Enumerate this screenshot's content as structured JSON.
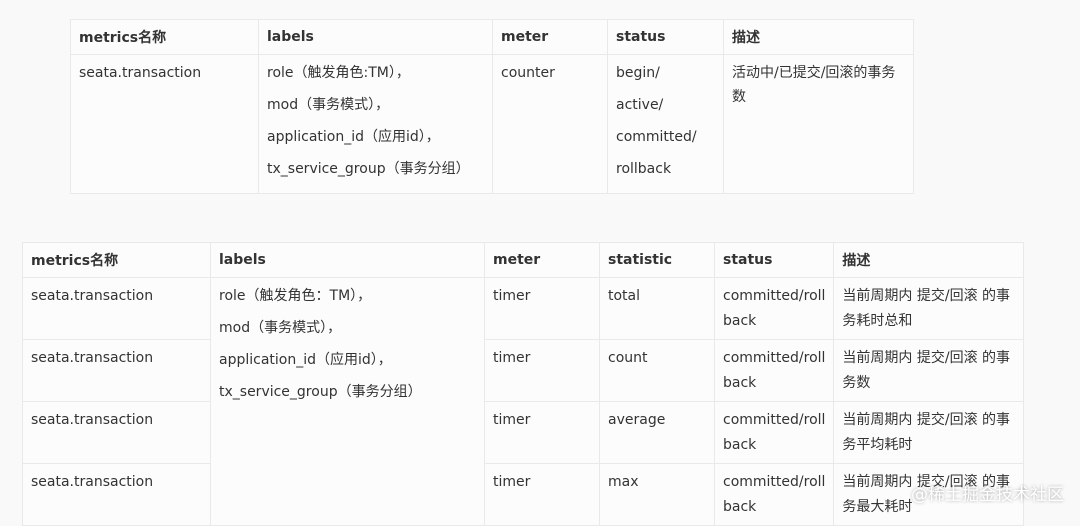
{
  "table1": {
    "headers": [
      "metrics名称",
      "labels",
      "meter",
      "status",
      "描述"
    ],
    "row": {
      "metric": "seata.transaction",
      "labels": "role（触发角色:TM），\nmod（事务模式），\napplication_id（应用id），\ntx_service_group（事务分组）",
      "meter": "counter",
      "status": "begin/\nactive/\ncommitted/\nrollback",
      "desc": "活动中/已提交/回滚的事务\n数"
    }
  },
  "table2": {
    "headers": [
      "metrics名称",
      "labels",
      "meter",
      "statistic",
      "status",
      "描述"
    ],
    "labels": "role（触发角色：TM），\nmod（事务模式），\napplication_id（应用id），\ntx_service_group（事务分组）",
    "rows": [
      {
        "metric": "seata.transaction",
        "meter": "timer",
        "statistic": "total",
        "status": "committed/roll\nback",
        "desc": "当前周期内 提交/回滚 的事\n务耗时总和"
      },
      {
        "metric": "seata.transaction",
        "meter": "timer",
        "statistic": "count",
        "status": "committed/roll\nback",
        "desc": "当前周期内 提交/回滚 的事\n务数"
      },
      {
        "metric": "seata.transaction",
        "meter": "timer",
        "statistic": "average",
        "status": "committed/roll\nback",
        "desc": "当前周期内 提交/回滚 的事\n务平均耗时"
      },
      {
        "metric": "seata.transaction",
        "meter": "timer",
        "statistic": "max",
        "status": "committed/roll\nback",
        "desc": "当前周期内 提交/回滚 的事\n务最大耗时"
      }
    ]
  },
  "watermark": "@稀土掘金技术社区"
}
